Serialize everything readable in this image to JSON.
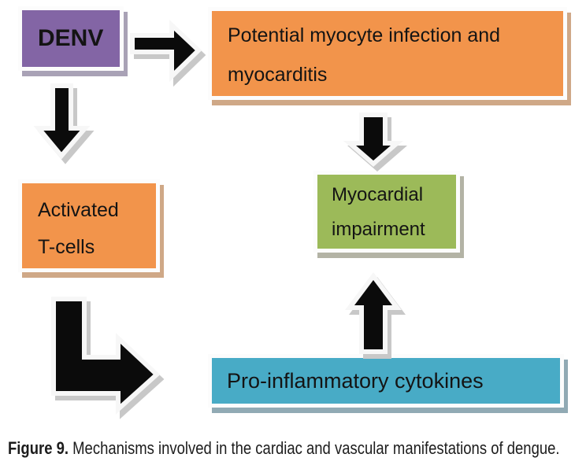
{
  "figure": {
    "caption_label": "Figure 9.",
    "caption_text": "Mechanisms involved in the cardiac and vascular manifestations of dengue."
  },
  "diagram": {
    "arrow_color": "#0b0b0b",
    "arrow_shadow": "#c8c8c8",
    "nodes": [
      {
        "id": "denv",
        "label": "DENV",
        "fill": "#8365A5",
        "shadow": "#a9a2b6"
      },
      {
        "id": "myocyte-infection",
        "label": "Potential myocyte infection and myocarditis",
        "fill": "#F2944B",
        "shadow": "#cfa887"
      },
      {
        "id": "activated-t-cells",
        "label": "Activated T-cells",
        "fill": "#F2944B",
        "shadow": "#cfa887"
      },
      {
        "id": "myocardial-impairment",
        "label": "Myocardial impairment",
        "fill": "#9CBA59",
        "shadow": "#b3b3a5"
      },
      {
        "id": "pro-inflammatory-cytokines",
        "label": "Pro-inflammatory cytokines",
        "fill": "#48ABC6",
        "shadow": "#91aab4"
      }
    ],
    "edges": [
      {
        "from": "denv",
        "to": "myocyte-infection",
        "shape": "right-arrow"
      },
      {
        "from": "denv",
        "to": "activated-t-cells",
        "shape": "down-arrow"
      },
      {
        "from": "myocyte-infection",
        "to": "myocardial-impairment",
        "shape": "down-arrow"
      },
      {
        "from": "activated-t-cells",
        "to": "pro-inflammatory-cytokines",
        "shape": "bent-down-right-arrow"
      },
      {
        "from": "pro-inflammatory-cytokines",
        "to": "myocardial-impairment",
        "shape": "up-arrow"
      }
    ]
  }
}
